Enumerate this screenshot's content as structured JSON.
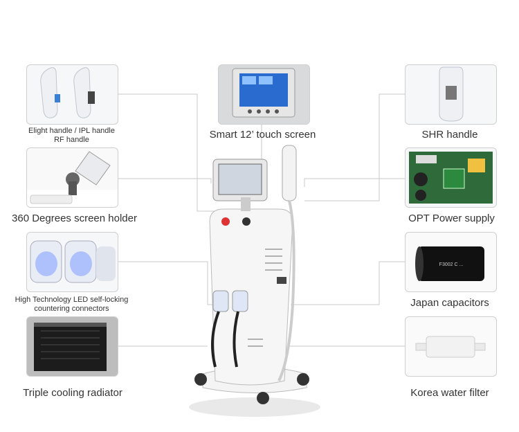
{
  "callouts": {
    "elight_handle": {
      "line1": "Elight  handle / IPL handle",
      "line2": "RF handle"
    },
    "screen_holder": {
      "label": "360 Degrees screen holder"
    },
    "led_connectors": {
      "line1": "High Technology LED self-locking",
      "line2": "countering connectors"
    },
    "cooling_radiator": {
      "label": "Triple cooling radiator"
    },
    "touch_screen": {
      "label": "Smart 12’ touch screen"
    },
    "shr_handle": {
      "label": "SHR handle"
    },
    "opt_power": {
      "label": "OPT Power supply"
    },
    "capacitors": {
      "label": "Japan capacitors",
      "print": "F3002 C ..."
    },
    "water_filter": {
      "label": "Korea water filter"
    }
  },
  "colors": {
    "line": "#c8c8c8",
    "panel_border": "#cfcfcf",
    "machine": "#f3f3f3",
    "pcb": "#2f6a3a"
  }
}
